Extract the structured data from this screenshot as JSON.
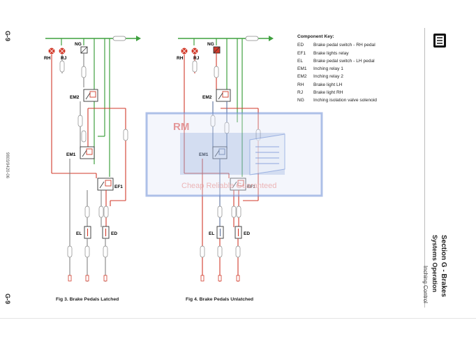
{
  "page": {
    "page_number_top": "G-9",
    "page_number_bottom": "G-9",
    "doc_ref": "9803/9420-06",
    "section_title": "Section G - Brakes",
    "section_subtitle": "Systems Operation",
    "section_sub2": "Inching Control"
  },
  "key": {
    "title": "Component Key:",
    "items": [
      {
        "code": "ED",
        "desc": "Brake pedal switch - RH pedal"
      },
      {
        "code": "EF1",
        "desc": "Brake lights relay"
      },
      {
        "code": "EL",
        "desc": "Brake pedal switch - LH pedal"
      },
      {
        "code": "EM1",
        "desc": "Inching relay 1"
      },
      {
        "code": "EM2",
        "desc": "Inching relay 2"
      },
      {
        "code": "RH",
        "desc": "Brake light LH"
      },
      {
        "code": "RJ",
        "desc": "Brake light RH"
      },
      {
        "code": "NG",
        "desc": "Inching isolation valve solenoid"
      }
    ]
  },
  "fig3": {
    "caption": "Fig 3. Brake Pedals Latched",
    "labels": {
      "rh": "RH",
      "rj": "RJ",
      "ng": "NG",
      "em2": "EM2",
      "em1": "EM1",
      "ef1": "EF1",
      "el": "EL",
      "ed": "ED"
    }
  },
  "fig4": {
    "caption": "Fig 4. Brake Pedals Unlatched",
    "labels": {
      "rh": "RH",
      "rj": "RJ",
      "ng": "NG",
      "em2": "EM2",
      "em1": "EM1",
      "ef1": "EF1",
      "el": "EL",
      "ed": "ED"
    }
  },
  "watermark": {
    "text": "Cheap Reliable Guaranteed",
    "logo": "RM"
  },
  "colors": {
    "supply": "#3fa03f",
    "brake": "#d23a2a",
    "signal": "#5a6f9a",
    "wire": "#777777"
  }
}
